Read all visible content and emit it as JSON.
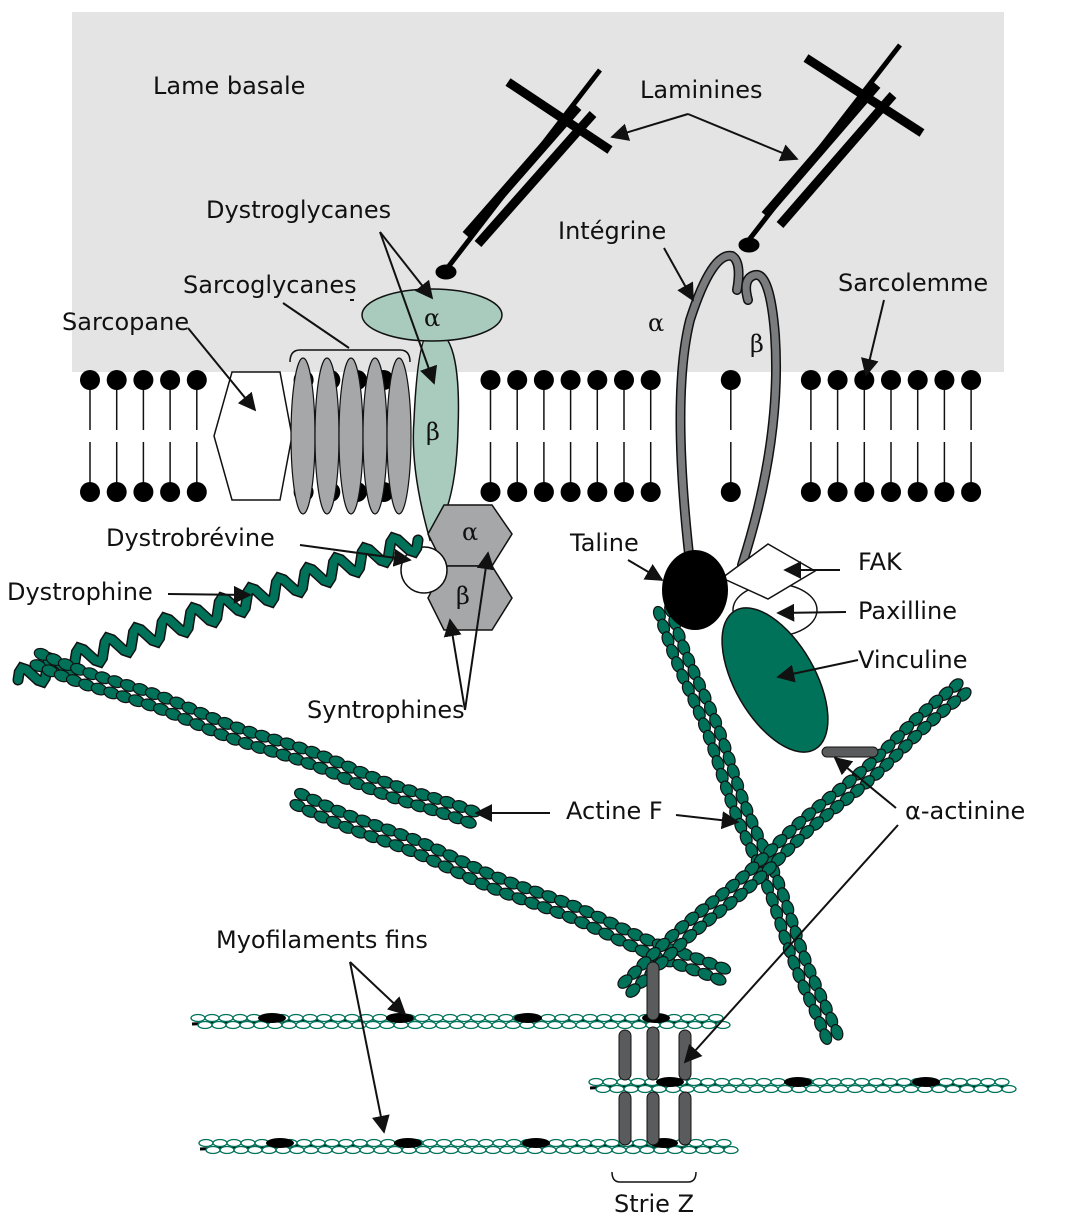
{
  "title": "Complexes membranaires de la fibre musculaire",
  "colors": {
    "basal_lamina_bg": "#e3e4e3",
    "dystroglycan_fill": "#a8cbbe",
    "gray_protein": "#a6a7a9",
    "integrin_stroke": "#7a7b7d",
    "actin_green": "#00725a",
    "alpha_actinin": "#5a5b5d",
    "black": "#000000"
  },
  "labels": {
    "lame_basale": "Lame basale",
    "laminines": "Laminines",
    "dystroglycanes": "Dystroglycanes",
    "integrine": "Intégrine",
    "sarcoglycanes": "Sarcoglycanes",
    "sarcolemme": "Sarcolemme",
    "sarcopane": "Sarcopane",
    "dystrobrevine": "Dystrobrévine",
    "dystrophine": "Dystrophine",
    "taline": "Taline",
    "fak": "FAK",
    "paxilline": "Paxilline",
    "vinculine": "Vinculine",
    "syntrophines": "Syntrophines",
    "actine_f": "Actine F",
    "alpha_actinine": "α-actinine",
    "myofilaments_fins": "Myofilaments fins",
    "strie_z": "Strie Z"
  },
  "greek": {
    "dg_alpha": "α",
    "dg_beta": "β",
    "integrin_alpha": "α",
    "integrin_beta": "β",
    "syn_alpha": "α",
    "syn_beta": "β"
  }
}
